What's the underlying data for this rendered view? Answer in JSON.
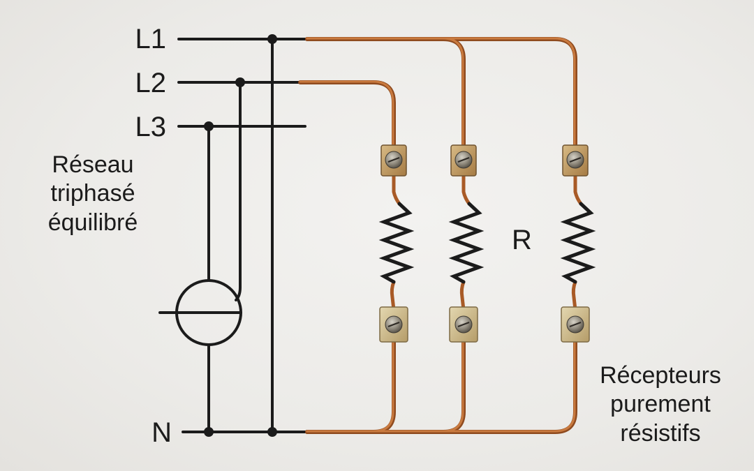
{
  "labels": {
    "phases": [
      "L1",
      "L2",
      "L3"
    ],
    "neutral": "N",
    "resistor": "R"
  },
  "network_text": [
    "Réseau",
    "triphasé",
    "équilibré"
  ],
  "receivers_text": [
    "Récepteurs",
    "purement",
    "résistifs"
  ],
  "colors": {
    "ink": "#1b1b1b",
    "copper": "#b0622c",
    "copper_highlight": "#e09a5e",
    "terminal_brass": "#b99462",
    "terminal_screw": "#8a8579",
    "background": "#ecebe8"
  },
  "icons": {
    "terminal": "screw-terminal-icon",
    "resistor": "zigzag-resistor-icon",
    "meter": "circle-meter-icon"
  }
}
